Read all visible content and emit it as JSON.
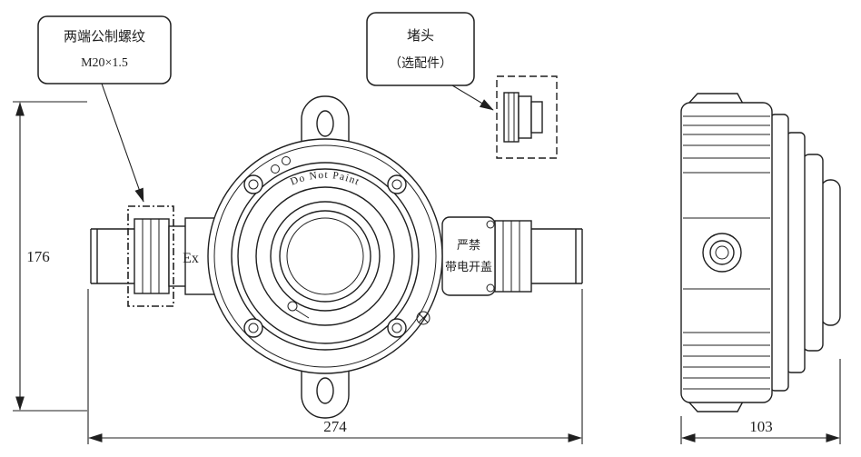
{
  "drawing": {
    "callouts": {
      "thread": {
        "line1": "两端公制螺纹",
        "line2": "M20×1.5"
      },
      "plug": {
        "line1": "堵头",
        "line2": "（选配件）"
      }
    },
    "device_text": {
      "do_not_paint": "Do Not Paint",
      "ex_marking": "Ex",
      "warning_line1": "严禁",
      "warning_line2": "带电开盖"
    },
    "dimensions": {
      "front_height_mm": "176",
      "front_width_mm": "274",
      "side_width_mm": "103"
    },
    "colors": {
      "line": "#1f1f1f",
      "background": "#ffffff"
    }
  }
}
